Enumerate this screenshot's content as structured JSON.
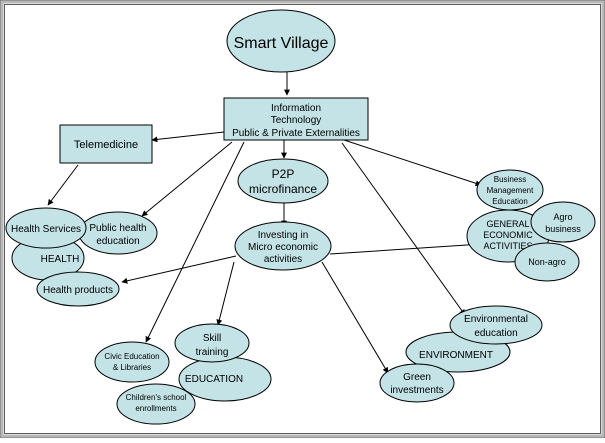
{
  "nodes": {
    "smart_village": "Smart Village",
    "it": [
      "Information",
      "Technology",
      "Public & Private Externalities"
    ],
    "telemedicine": "Telemedicine",
    "p2p": [
      "P2P",
      "microfinance"
    ],
    "investing": [
      "Investing in",
      "Micro economic",
      "activities"
    ],
    "business_mgmt": [
      "Business",
      "Management",
      "Education"
    ],
    "general_economic": [
      "GENERAL",
      "ECONOMIC",
      "ACTIVITIES"
    ],
    "agro": [
      "Agro",
      "business"
    ],
    "non_agro": "Non-agro",
    "health": "HEALTH",
    "health_services": "Health Services",
    "public_health": [
      "Public health",
      "education"
    ],
    "health_products": "Health products",
    "skill_training": [
      "Skill",
      "training"
    ],
    "education": "EDUCATION",
    "civic_education": [
      "Civic Education",
      "& Libraries"
    ],
    "school_enrollments": [
      "Children's school",
      "enrollments"
    ],
    "environmental_education": [
      "Environmental",
      "education"
    ],
    "environment": "ENVIRONMENT",
    "green_investments": [
      "Green",
      "investments"
    ]
  },
  "colors": {
    "node_fill": "#c3e3e6",
    "outline": "#000000",
    "frame_outer": "#7a7a7a",
    "frame_inner": "#d4d4d4"
  }
}
